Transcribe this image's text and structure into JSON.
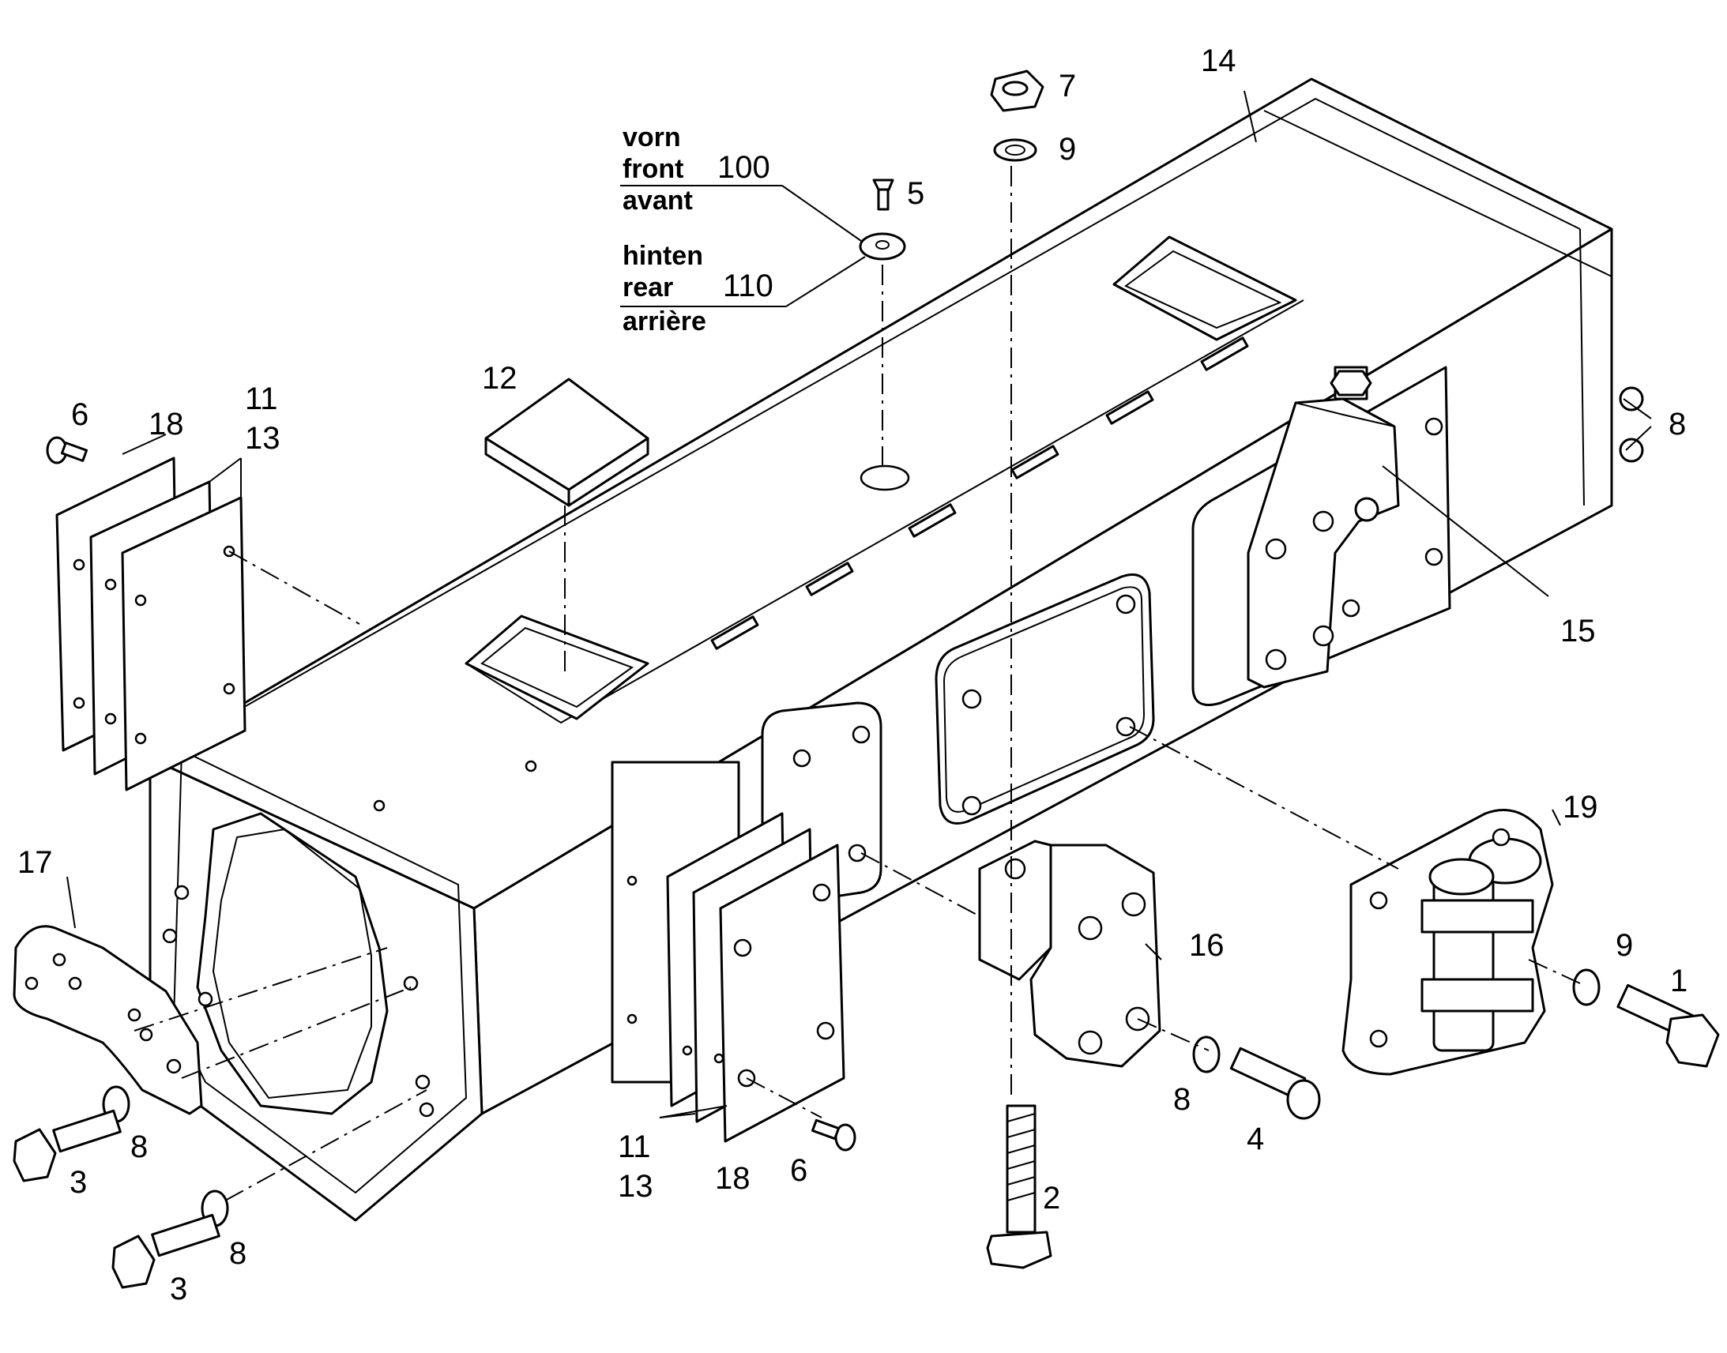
{
  "callouts": {
    "n1": "1",
    "n2": "2",
    "n3a": "3",
    "n3b": "3",
    "n4": "4",
    "n5": "5",
    "n6a": "6",
    "n6b": "6",
    "n7": "7",
    "n8a": "8",
    "n8b": "8",
    "n8c": "8",
    "n8d": "8",
    "n9a": "9",
    "n9b": "9",
    "n11a": "11",
    "n11b": "11",
    "n12": "12",
    "n13a": "13",
    "n13b": "13",
    "n14": "14",
    "n15": "15",
    "n16": "16",
    "n17": "17",
    "n18a": "18",
    "n18b": "18",
    "n19": "19"
  },
  "variants": {
    "front": {
      "lines": [
        "vorn",
        "front",
        "avant"
      ],
      "number": "100"
    },
    "rear": {
      "lines": [
        "hinten",
        "rear",
        "arrière"
      ],
      "number": "110"
    }
  }
}
